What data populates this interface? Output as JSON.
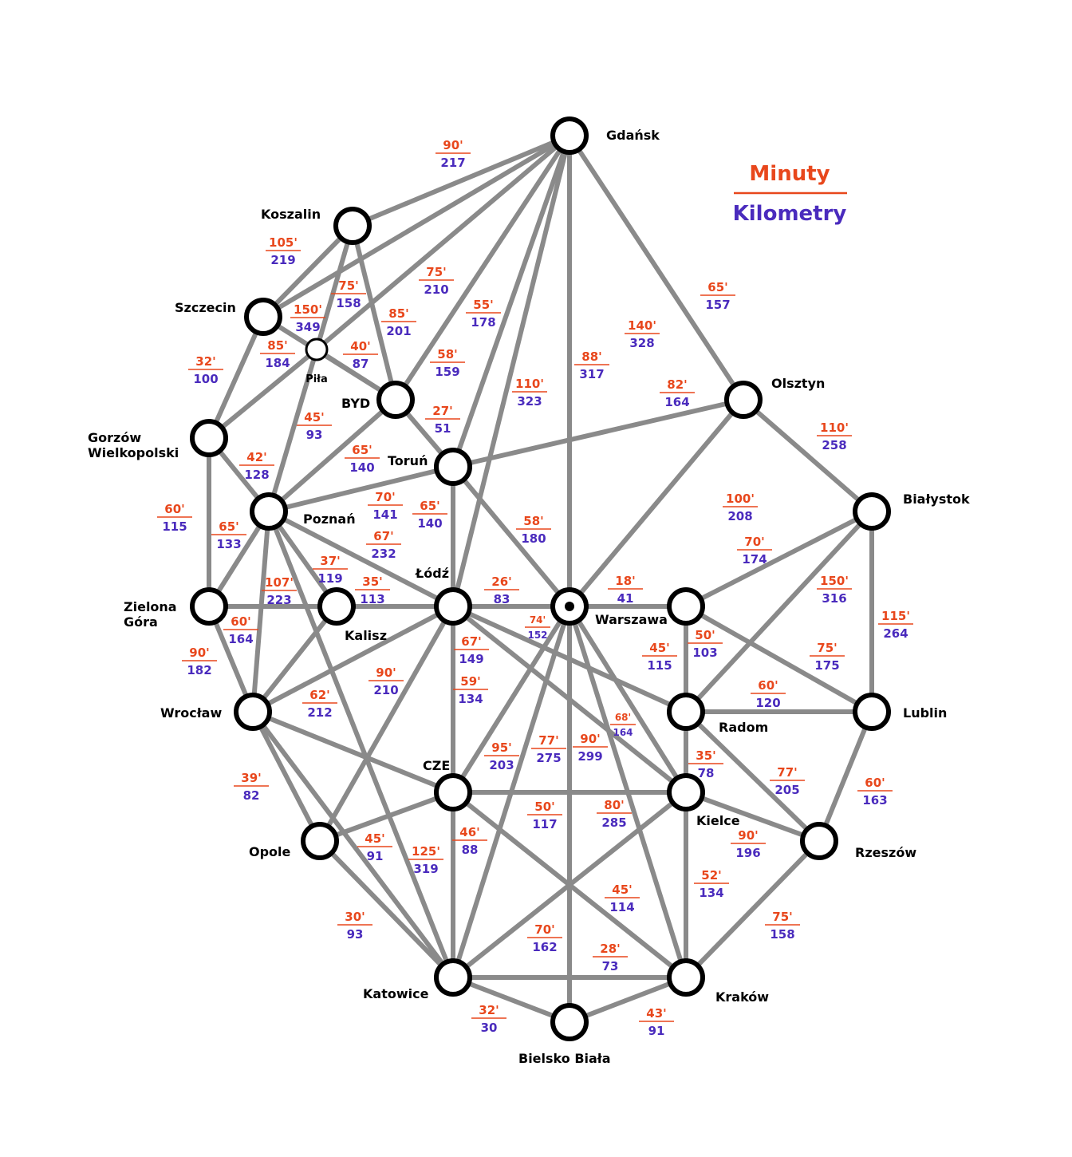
{
  "colors": {
    "minutes": "#e8471c",
    "kilometers": "#4a2bbd",
    "edge": "#8a8a8a",
    "node": "#000000"
  },
  "legend": {
    "minutes_label": "Minuty",
    "kilometers_label": "Kilometry"
  },
  "cities": [
    {
      "id": "gdansk",
      "name": [
        "Gdańsk"
      ]
    },
    {
      "id": "koszalin",
      "name": [
        "Koszalin"
      ]
    },
    {
      "id": "szczecin",
      "name": [
        "Szczecin"
      ]
    },
    {
      "id": "pila",
      "name": [
        "Piła"
      ]
    },
    {
      "id": "byd",
      "name": [
        "BYD"
      ]
    },
    {
      "id": "gorzow",
      "name": [
        "Gorzów",
        "Wielkopolski"
      ]
    },
    {
      "id": "torun",
      "name": [
        "Toruń"
      ]
    },
    {
      "id": "poznan",
      "name": [
        "Poznań"
      ]
    },
    {
      "id": "olsztyn",
      "name": [
        "Olsztyn"
      ]
    },
    {
      "id": "bialystok",
      "name": [
        "Białystok"
      ]
    },
    {
      "id": "zielona",
      "name": [
        "Zielona",
        "Góra"
      ]
    },
    {
      "id": "kalisz",
      "name": [
        "Kalisz"
      ]
    },
    {
      "id": "lodz",
      "name": [
        "Łódź"
      ]
    },
    {
      "id": "warszawa",
      "name": [
        "Warszawa"
      ]
    },
    {
      "id": "wroclaw",
      "name": [
        "Wrocław"
      ]
    },
    {
      "id": "radom",
      "name": [
        "Radom"
      ]
    },
    {
      "id": "lublin",
      "name": [
        "Lublin"
      ]
    },
    {
      "id": "cze",
      "name": [
        "CZE"
      ]
    },
    {
      "id": "kielce",
      "name": [
        "Kielce"
      ]
    },
    {
      "id": "opole",
      "name": [
        "Opole"
      ]
    },
    {
      "id": "rzeszow",
      "name": [
        "Rzeszów"
      ]
    },
    {
      "id": "katowice",
      "name": [
        "Katowice"
      ]
    },
    {
      "id": "krakow",
      "name": [
        "Kraków"
      ]
    },
    {
      "id": "bielsko",
      "name": [
        "Bielsko Biała"
      ]
    }
  ],
  "connections": [
    {
      "from": "gdansk",
      "to": "koszalin",
      "minutes": "90'",
      "km": "217"
    },
    {
      "from": "gdansk",
      "to": "szczecin",
      "minutes": "",
      "km": ""
    },
    {
      "from": "gdansk",
      "to": "pila",
      "minutes": "75'",
      "km": "210"
    },
    {
      "from": "gdansk",
      "to": "byd",
      "minutes": "58'",
      "km": "159"
    },
    {
      "from": "gdansk",
      "to": "torun",
      "minutes": "55'",
      "km": "178"
    },
    {
      "from": "gdansk",
      "to": "lodz",
      "minutes": "110'",
      "km": "323"
    },
    {
      "from": "gdansk",
      "to": "warszawa",
      "minutes": "140'",
      "km": "328"
    },
    {
      "from": "gdansk",
      "to": "olsztyn",
      "minutes": "65'",
      "km": "157"
    },
    {
      "from": "gdansk",
      "to": "bielsko",
      "minutes": "88'",
      "km": "317"
    },
    {
      "from": "koszalin",
      "to": "szczecin",
      "minutes": "105'",
      "km": "219"
    },
    {
      "from": "koszalin",
      "to": "pila",
      "minutes": "75'",
      "km": "158"
    },
    {
      "from": "koszalin",
      "to": "byd",
      "minutes": "85'",
      "km": "201"
    },
    {
      "from": "szczecin",
      "to": "byd",
      "minutes": "150'",
      "km": "349"
    },
    {
      "from": "szczecin",
      "to": "gorzow",
      "minutes": "32'",
      "km": "100"
    },
    {
      "from": "pila",
      "to": "gorzow",
      "minutes": "85'",
      "km": "184"
    },
    {
      "from": "pila",
      "to": "poznan",
      "minutes": "45'",
      "km": "93"
    },
    {
      "from": "pila",
      "to": "byd",
      "minutes": "40'",
      "km": "87"
    },
    {
      "from": "byd",
      "to": "torun",
      "minutes": "27'",
      "km": "51"
    },
    {
      "from": "byd",
      "to": "poznan",
      "minutes": "65'",
      "km": "140"
    },
    {
      "from": "gorzow",
      "to": "poznan",
      "minutes": "42'",
      "km": "128"
    },
    {
      "from": "gorzow",
      "to": "zielona",
      "minutes": "60'",
      "km": "115"
    },
    {
      "from": "torun",
      "to": "poznan",
      "minutes": "70'",
      "km": "141"
    },
    {
      "from": "torun",
      "to": "olsztyn",
      "minutes": "82'",
      "km": "164"
    },
    {
      "from": "torun",
      "to": "lodz",
      "minutes": "65'",
      "km": "140"
    },
    {
      "from": "torun",
      "to": "warszawa",
      "minutes": "58'",
      "km": "180"
    },
    {
      "from": "olsztyn",
      "to": "warszawa",
      "minutes": "100'",
      "km": "208"
    },
    {
      "from": "olsztyn",
      "to": "bialystok",
      "minutes": "110'",
      "km": "258"
    },
    {
      "from": "poznan",
      "to": "zielona",
      "minutes": "65'",
      "km": "133"
    },
    {
      "from": "poznan",
      "to": "kalisz",
      "minutes": "37'",
      "km": "119"
    },
    {
      "from": "poznan",
      "to": "lodz",
      "minutes": "67'",
      "km": "232"
    },
    {
      "from": "poznan",
      "to": "wroclaw",
      "minutes": "107'",
      "km": "223"
    },
    {
      "from": "poznan",
      "to": "katowice",
      "minutes": "",
      "km": ""
    },
    {
      "from": "zielona",
      "to": "kalisz",
      "minutes": "",
      "km": ""
    },
    {
      "from": "zielona",
      "to": "wroclaw",
      "minutes": "90'",
      "km": "182"
    },
    {
      "from": "kalisz",
      "to": "lodz",
      "minutes": "35'",
      "km": "113"
    },
    {
      "from": "kalisz",
      "to": "wroclaw",
      "minutes": "60'",
      "km": "164"
    },
    {
      "from": "lodz",
      "to": "warszawa",
      "minutes": "26'",
      "km": "83"
    },
    {
      "from": "lodz",
      "to": "wroclaw",
      "minutes": "62'",
      "km": "212"
    },
    {
      "from": "lodz",
      "to": "cze",
      "minutes": "59'",
      "km": "134"
    },
    {
      "from": "lodz",
      "to": "opole",
      "minutes": "90'",
      "km": "210"
    },
    {
      "from": "lodz",
      "to": "katowice",
      "minutes": "67'",
      "km": "149"
    },
    {
      "from": "lodz",
      "to": "radom",
      "minutes": "74'",
      "km": "152"
    },
    {
      "from": "lodz",
      "to": "kielce",
      "minutes": "68'",
      "km": "164"
    },
    {
      "from": "warszawa",
      "to": "wawa_node",
      "minutes": "18'",
      "km": "41"
    },
    {
      "from": "wawa_node",
      "to": "bialystok",
      "minutes": "70'",
      "km": "174"
    },
    {
      "from": "wawa_node",
      "to": "radom",
      "minutes": "50'",
      "km": "103"
    },
    {
      "from": "wawa_node",
      "to": "lublin",
      "minutes": "75'",
      "km": "175"
    },
    {
      "from": "warszawa",
      "to": "cze",
      "minutes": "95'",
      "km": "203"
    },
    {
      "from": "warszawa",
      "to": "katowice",
      "minutes": "77'",
      "km": "275"
    },
    {
      "from": "warszawa",
      "to": "krakow",
      "minutes": "90'",
      "km": "299"
    },
    {
      "from": "warszawa",
      "to": "kielce",
      "minutes": "45'",
      "km": "115"
    },
    {
      "from": "bialystok",
      "to": "radom",
      "minutes": "150'",
      "km": "316"
    },
    {
      "from": "bialystok",
      "to": "lublin",
      "minutes": "115'",
      "km": "264"
    },
    {
      "from": "radom",
      "to": "lublin",
      "minutes": "60'",
      "km": "120"
    },
    {
      "from": "radom",
      "to": "kielce",
      "minutes": "35'",
      "km": "78"
    },
    {
      "from": "radom",
      "to": "rzeszow",
      "minutes": "77'",
      "km": "205"
    },
    {
      "from": "lublin",
      "to": "rzeszow",
      "minutes": "60'",
      "km": "163"
    },
    {
      "from": "wroclaw",
      "to": "cze",
      "minutes": "",
      "km": ""
    },
    {
      "from": "wroclaw",
      "to": "opole",
      "minutes": "39'",
      "km": "82"
    },
    {
      "from": "cze",
      "to": "kielce",
      "minutes": "50'",
      "km": "117"
    },
    {
      "from": "cze",
      "to": "opole",
      "minutes": "45'",
      "km": "91"
    },
    {
      "from": "cze",
      "to": "katowice",
      "minutes": "46'",
      "km": "88"
    },
    {
      "from": "cze",
      "to": "krakow",
      "minutes": "45'",
      "km": "114"
    },
    {
      "from": "kielce",
      "to": "rzeszow",
      "minutes": "90'",
      "km": "196"
    },
    {
      "from": "kielce",
      "to": "krakow",
      "minutes": "52'",
      "km": "134"
    },
    {
      "from": "kielce",
      "to": "katowice",
      "minutes": "70'",
      "km": "162"
    },
    {
      "from": "opole",
      "to": "katowice",
      "minutes": "30'",
      "km": "93"
    },
    {
      "from": "rzeszow",
      "to": "krakow",
      "minutes": "75'",
      "km": "158"
    },
    {
      "from": "katowice",
      "to": "krakow",
      "minutes": "28'",
      "km": "73"
    },
    {
      "from": "katowice",
      "to": "bielsko",
      "minutes": "32'",
      "km": "30"
    },
    {
      "from": "krakow",
      "to": "bielsko",
      "minutes": "43'",
      "km": "91"
    },
    {
      "from": "katowice",
      "to": "wroclaw",
      "minutes": "125'",
      "km": "319"
    },
    {
      "from": "kielce",
      "to": "cze_x",
      "minutes": "80'",
      "km": "285"
    }
  ]
}
